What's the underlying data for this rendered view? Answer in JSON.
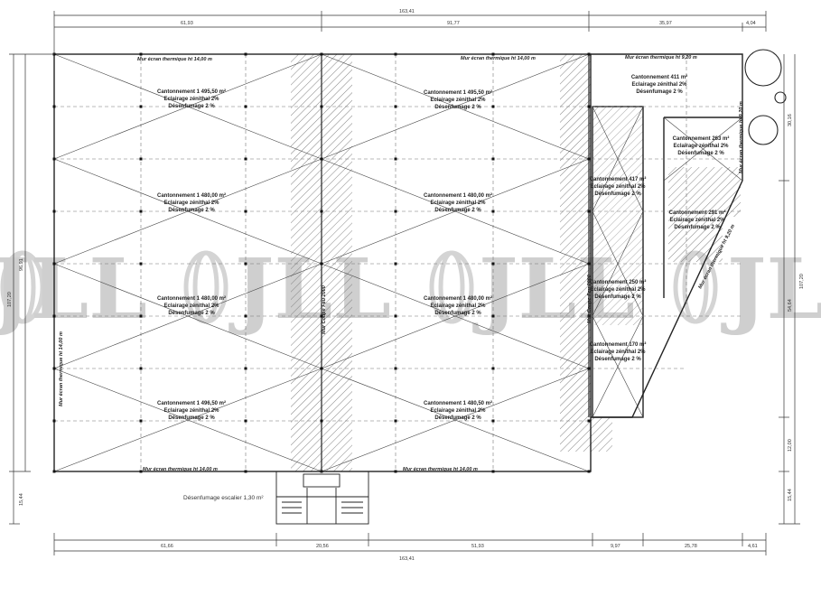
{
  "dimensions": {
    "top_total": "163,41",
    "top_segments": [
      "61,93",
      "91,77",
      "35,97",
      "4,04"
    ],
    "bottom_segments": [
      "61,66",
      "20,56",
      "51,93",
      "9,97",
      "25,78",
      "4,61"
    ],
    "bottom_total": "163,41",
    "left_total": "107,20",
    "left_main": "96,91",
    "left_lower": "15,44",
    "right_upper": "30,16",
    "right_total": "107,20",
    "right_mid": "54,64",
    "right_lower_a": "12,00",
    "right_lower_b": "15,44"
  },
  "walls": {
    "top_left": "Mur écran thermique ht 14,00 m",
    "top_mid": "Mur écran thermique ht 14,00 m",
    "top_right": "Mur écran thermique ht 9,20 m",
    "bottom_left": "Mur écran thermique ht 14,00 m",
    "bottom_right": "Mur écran thermique ht 14,00 m",
    "left_side": "Mur écran thermique ht 14,00 m",
    "firewall_1": "Mur Coupe Feu 2000",
    "firewall_2": "Mur Coupe Feu 2000",
    "right_diag": "Mur écran thermique ht 9,20 m",
    "right_side": "Mur écran thermique ht 9,20 m"
  },
  "zones": [
    {
      "title": "Cantonnement 1 495,50 m²",
      "l1": "Eclairage zénithal 2%",
      "l2": "Désenfumage 2 %"
    },
    {
      "title": "Cantonnement 1 495,50 m²",
      "l1": "Eclairage zénithal 2%",
      "l2": "Désenfumage 2 %"
    },
    {
      "title": "Cantonnement 1 480,00 m²",
      "l1": "Eclairage zénithal 2%",
      "l2": "Désenfumage 2 %"
    },
    {
      "title": "Cantonnement 1 480,00 m²",
      "l1": "Eclairage zénithal 2%",
      "l2": "Désenfumage 2 %"
    },
    {
      "title": "Cantonnement 1 480,00 m²",
      "l1": "Eclairage zénithal 2%",
      "l2": "Désenfumage 2 %"
    },
    {
      "title": "Cantonnement 1 480,00 m²",
      "l1": "Eclairage zénithal 2%",
      "l2": "Désenfumage 2 %"
    },
    {
      "title": "Cantonnement 1 496,50 m²",
      "l1": "Eclairage zénithal 2%",
      "l2": "Désenfumage 2 %"
    },
    {
      "title": "Cantonnement 1 480,50 m²",
      "l1": "Eclairage zénithal 2%",
      "l2": "Désenfumage 2 %"
    },
    {
      "title": "Cantonnement 411 m²",
      "l1": "Eclairage zénithal 2%",
      "l2": "Désenfumage 2 %"
    },
    {
      "title": "Cantonnement 417 m²",
      "l1": "Eclairage zénithal 2%",
      "l2": "Désenfumage 2 %"
    },
    {
      "title": "Cantonnement 250 m²",
      "l1": "Eclairage zénithal 2%",
      "l2": "Désenfumage 2 %"
    },
    {
      "title": "Cantonnement 170 m²",
      "l1": "Eclairage zénithal 2%",
      "l2": "Désenfumage 2 %"
    },
    {
      "title": "Cantonnement 263 m²",
      "l1": "Eclairage zénithal 2%",
      "l2": "Désenfumage 2 %"
    },
    {
      "title": "Cantonnement 291 m²",
      "l1": "Eclairage zénithal 2%",
      "l2": "Désenfumage 2 %"
    }
  ],
  "stair_smoke": "Désenfumage escalier 1,30 m²",
  "watermark": "JLL",
  "colors": {
    "line": "#222222",
    "hatch": "#777777",
    "watermark": "#cfcfcf"
  }
}
